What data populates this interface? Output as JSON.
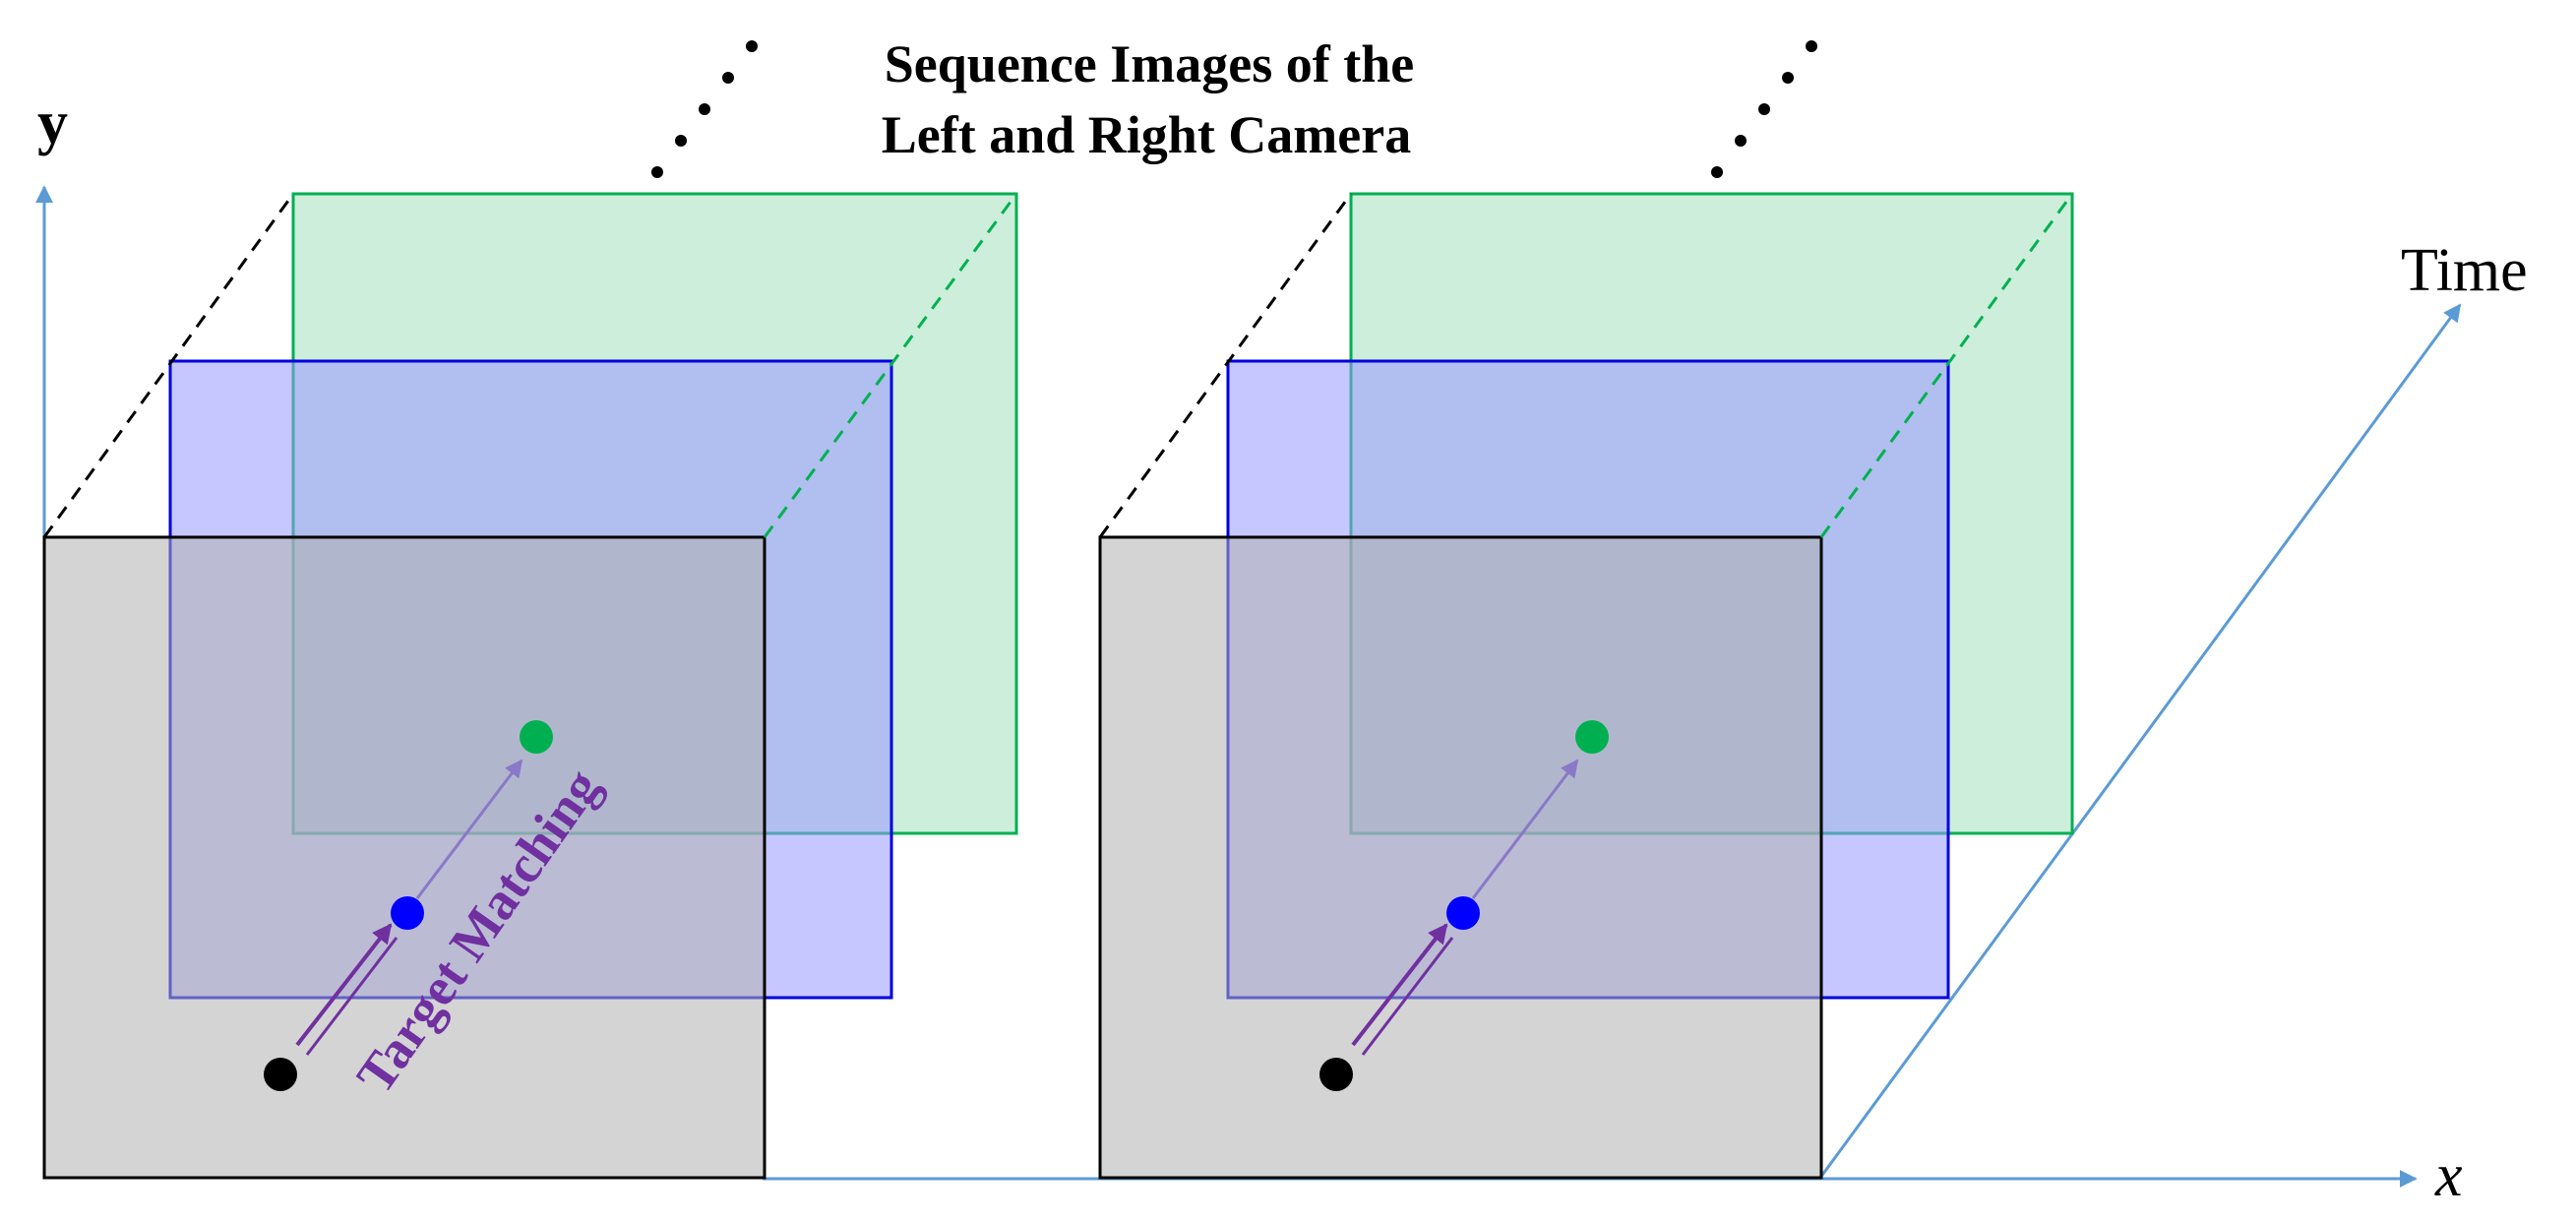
{
  "title": {
    "line1": "Sequence Images of the",
    "line2": "Left and Right Camera"
  },
  "axes": {
    "y_label": "y",
    "x_label": "x",
    "time_label": "Time",
    "color": "#5b9bd5"
  },
  "annotation": {
    "text": "Target Matching",
    "color": "#7030a0"
  },
  "frames": {
    "front": {
      "fill": "#d3d3d3",
      "stroke": "#000000"
    },
    "middle": {
      "fill": "#9999ff",
      "stroke": "#0000e0"
    },
    "back": {
      "fill": "#a8e6c4",
      "stroke": "#00b050"
    }
  },
  "points": {
    "front": "#000000",
    "middle": "#0000ff",
    "back": "#00b050"
  },
  "cameras": [
    "left-camera",
    "right-camera"
  ]
}
